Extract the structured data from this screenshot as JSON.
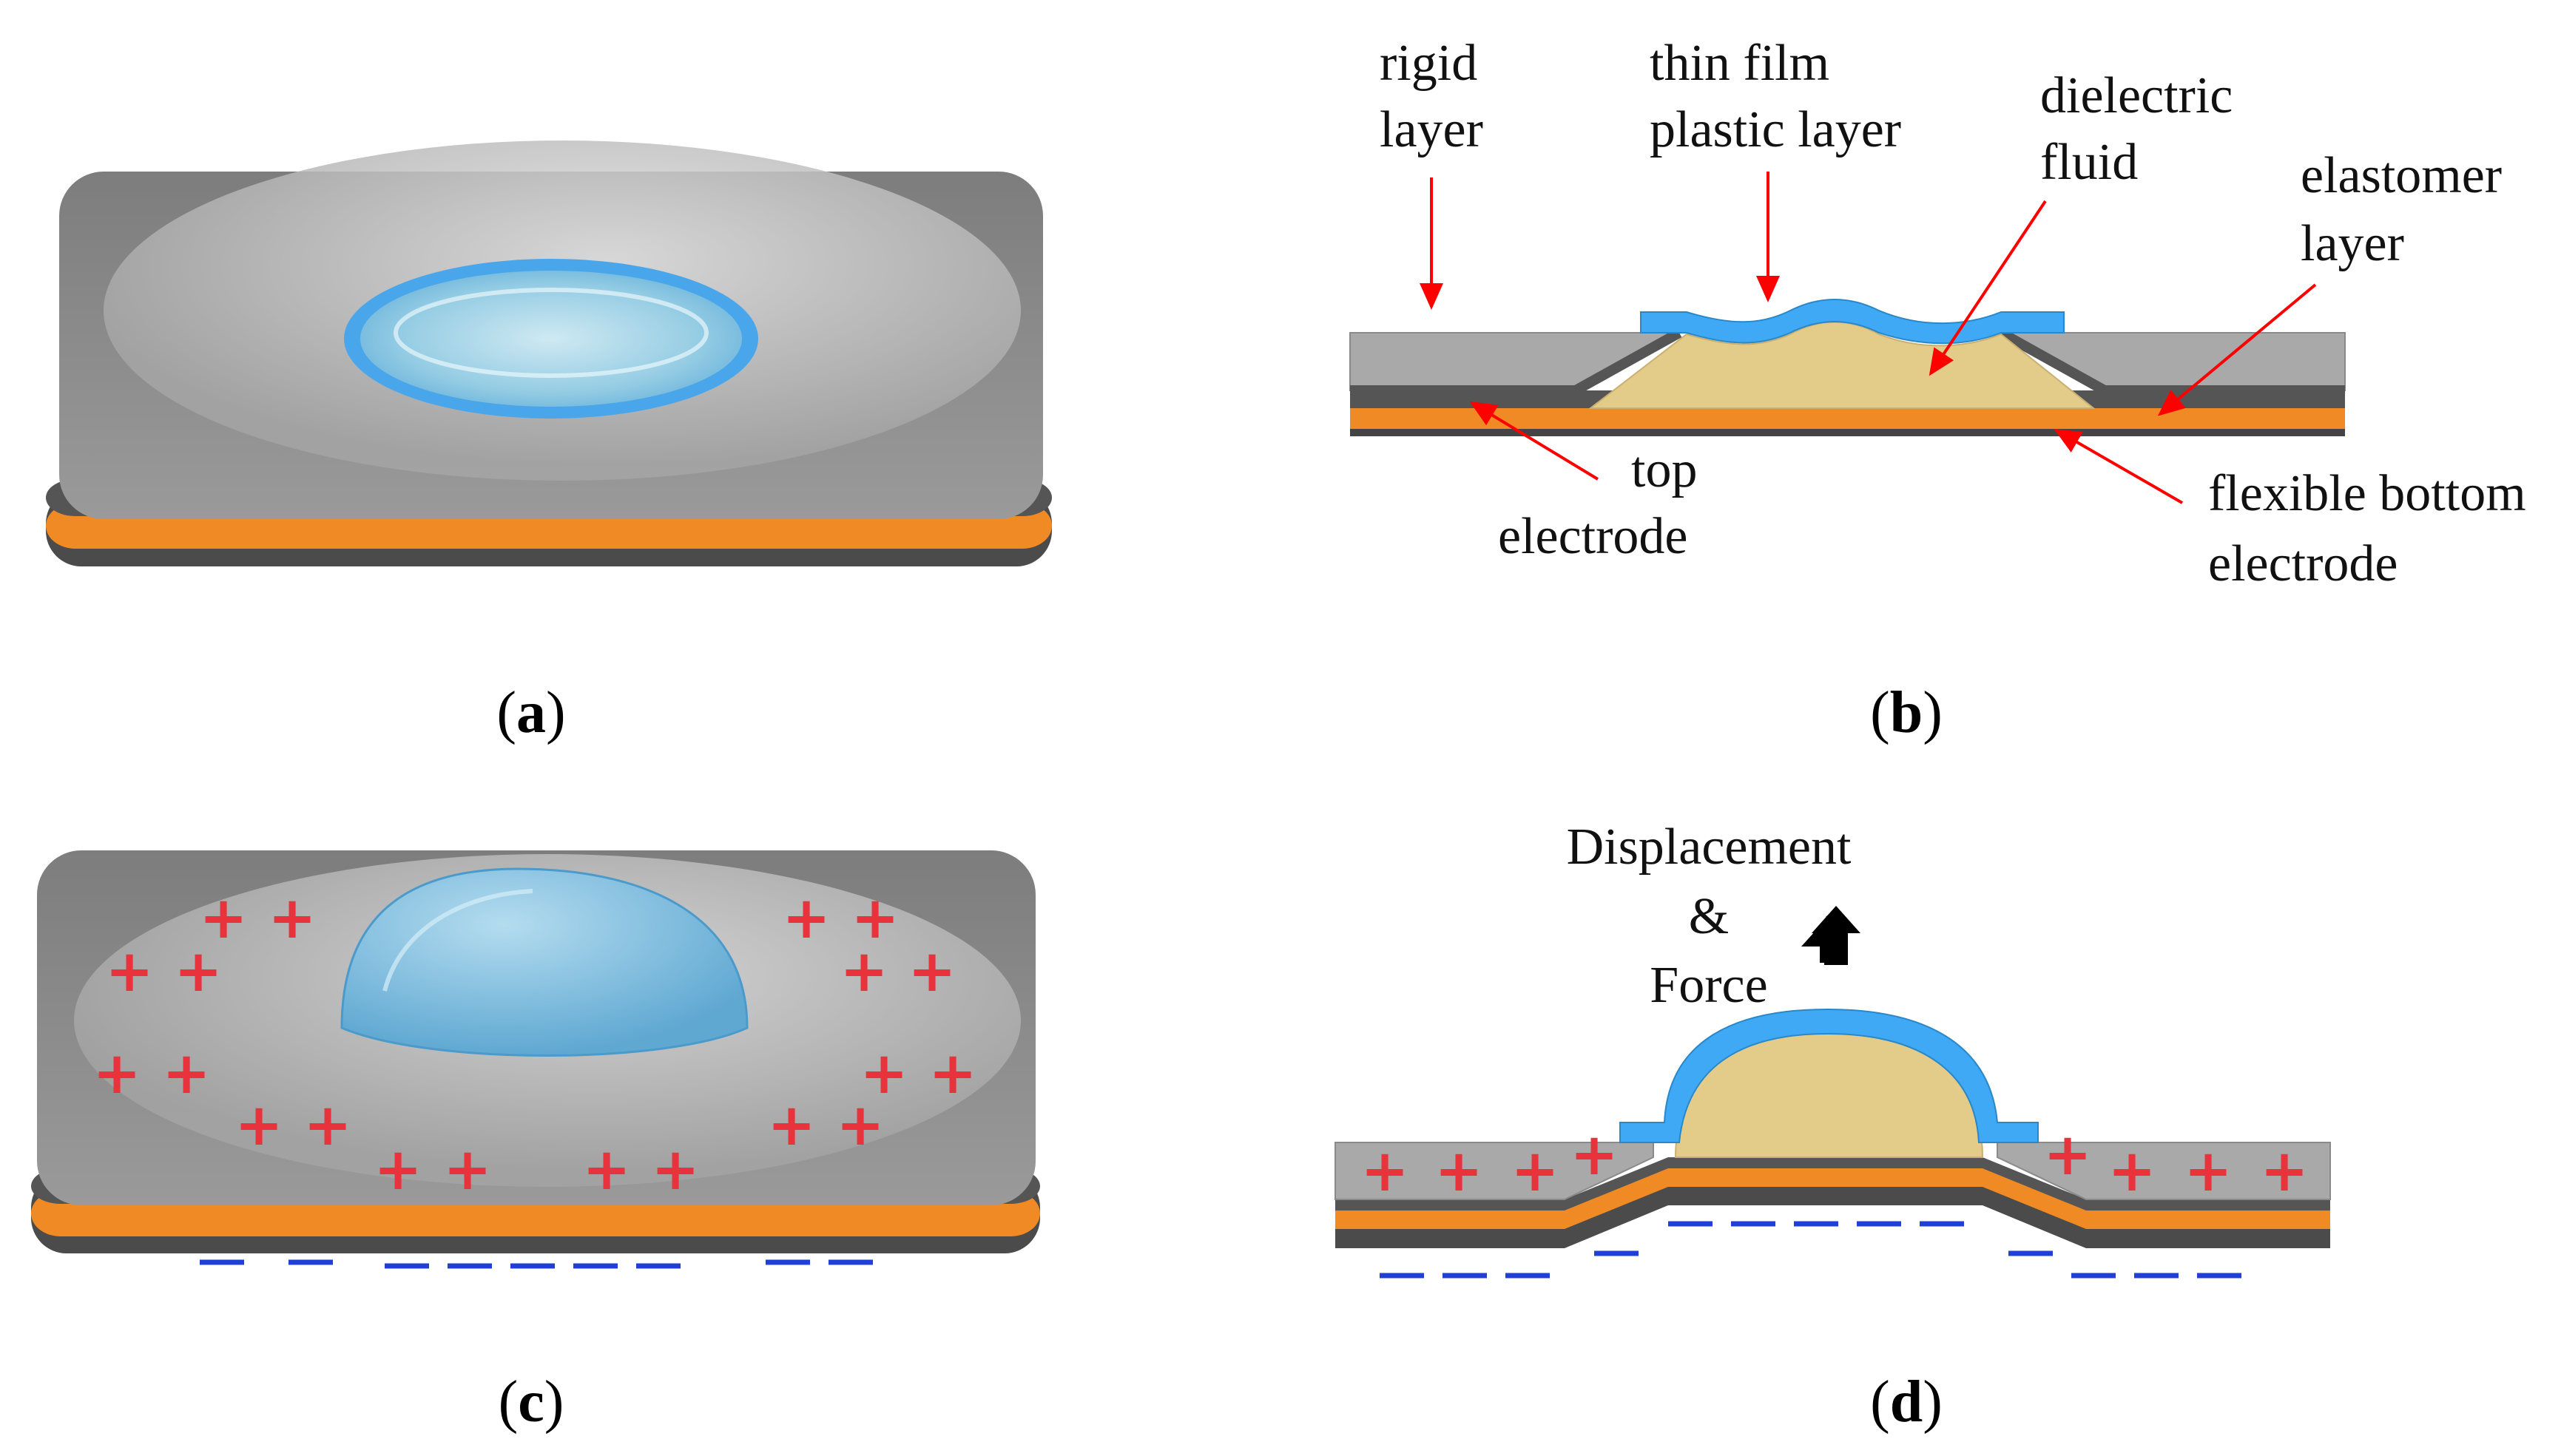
{
  "panels": {
    "a": {
      "caption_open": "(",
      "caption_letter": "a",
      "caption_close": ")"
    },
    "b": {
      "caption_open": "(",
      "caption_letter": "b",
      "caption_close": ")",
      "labels": {
        "rigid_line1": "rigid",
        "rigid_line2": "layer",
        "thinfilm_line1": "thin film",
        "thinfilm_line2": "plastic layer",
        "dielectric_line1": "dielectric",
        "dielectric_line2": "fluid",
        "elastomer_line1": "elastomer",
        "elastomer_line2": "layer",
        "top_line1": "top",
        "top_line2": "electrode",
        "bottom_line1": "flexible bottom",
        "bottom_line2": "electrode"
      }
    },
    "c": {
      "caption_open": "(",
      "caption_letter": "c",
      "caption_close": ")"
    },
    "d": {
      "caption_open": "(",
      "caption_letter": "d",
      "caption_close": ")",
      "labels": {
        "line1": "Displacement",
        "line2": "&",
        "line3": "Force"
      }
    }
  },
  "symbols": {
    "plus": "+"
  },
  "colors": {
    "rigid": "#a9a9a9",
    "dark_layer": "#555555",
    "electrode": "#f08a24",
    "film": "#3fa9f5",
    "fluid": "#e3cb8a",
    "arrow": "#ff0000",
    "plus": "#e8323c",
    "minus": "#1f3fd6"
  }
}
